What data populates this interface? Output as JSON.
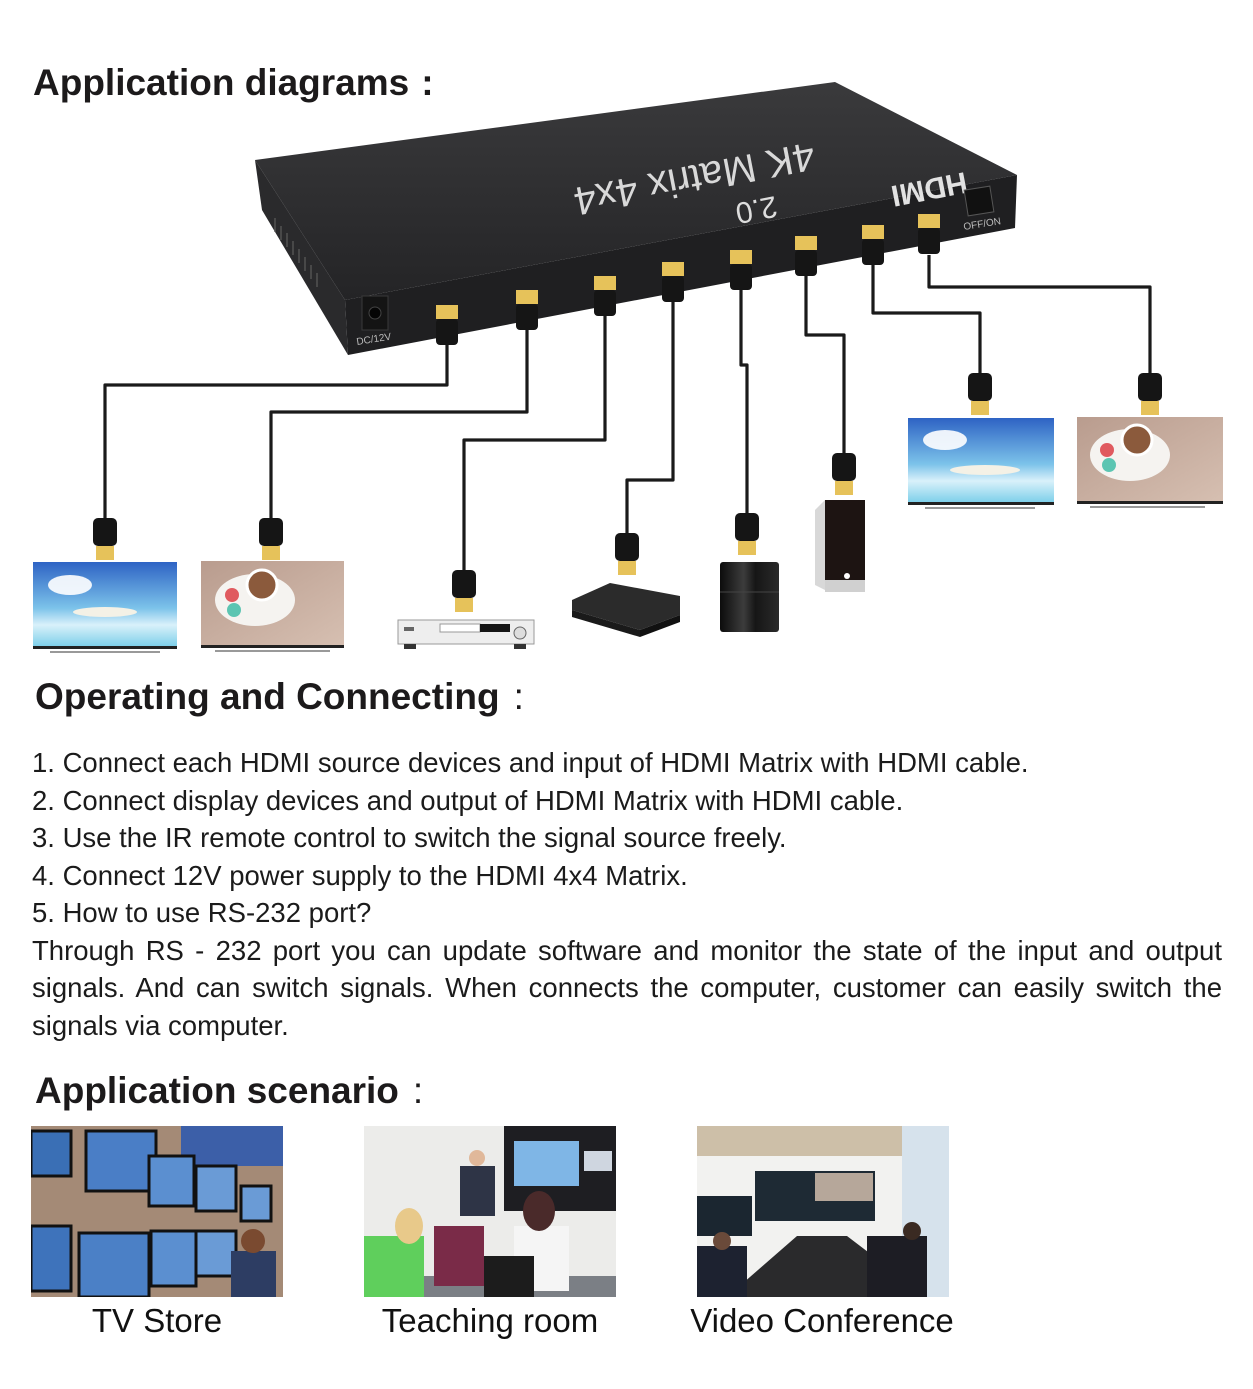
{
  "sections": {
    "diagrams": {
      "title": "Application diagrams",
      "colon": ":"
    },
    "operating": {
      "title": "Operating and Connecting",
      "colon": ":"
    },
    "scenario": {
      "title": "Application scenario",
      "colon": ":"
    }
  },
  "device": {
    "name": "4K Matrix 4x4",
    "brand": "HDMI",
    "version": "2.0",
    "power_label": "DC/12V",
    "switch_label": "OFF/ON",
    "port_count": 8
  },
  "diagram_devices": {
    "outputs": [
      {
        "type": "tv",
        "screen": "beach"
      },
      {
        "type": "tv",
        "screen": "coffee"
      },
      {
        "type": "tv",
        "screen": "beach"
      },
      {
        "type": "tv",
        "screen": "coffee"
      }
    ],
    "inputs": [
      {
        "type": "dvd-player"
      },
      {
        "type": "set-top-box"
      },
      {
        "type": "game-console"
      },
      {
        "type": "pc-tower"
      }
    ]
  },
  "instructions": {
    "steps": [
      "1. Connect each HDMI source devices and input of HDMI Matrix with HDMI cable.",
      "2. Connect display devices and output of HDMI Matrix with HDMI cable.",
      "3. Use the IR remote control to switch the signal source freely.",
      "4. Connect 12V power supply to the HDMI 4x4 Matrix.",
      "5. How to use RS-232 port?"
    ],
    "rs232_paragraph": "Through RS - 232 port you can update software and monitor the state of the input and output signals. And can switch signals. When connects the computer, customer can easily switch the signals via computer."
  },
  "scenarios": [
    {
      "caption": "TV Store"
    },
    {
      "caption": "Teaching room"
    },
    {
      "caption": "Video Conference"
    }
  ],
  "colors": {
    "device_body": "#2b2b2d",
    "cable": "#1a1a1a",
    "connector_gold": "#e6c25a",
    "text": "#1b1b1b"
  }
}
